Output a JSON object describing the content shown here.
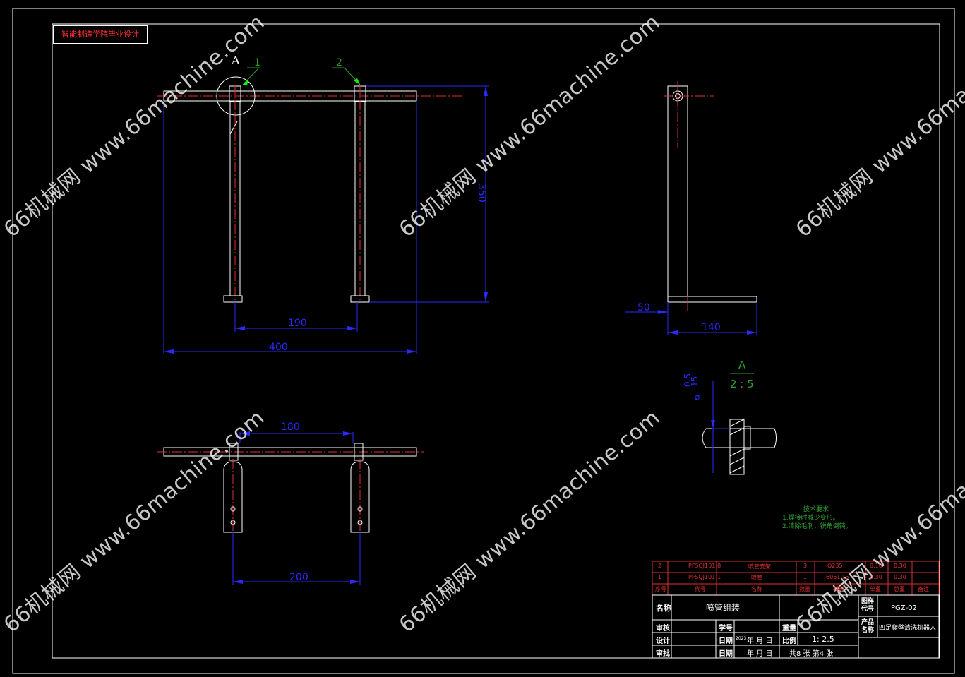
{
  "school_title": "智能制造学院毕业设计",
  "watermark": "66机械网 www.66machine.com",
  "views": {
    "section_letter": "A",
    "detail_label": "A",
    "detail_scale": "2 : 5",
    "balloons": [
      "1",
      "2"
    ]
  },
  "dimensions": {
    "front_height": "350",
    "front_inner_width": "190",
    "front_overall_width": "400",
    "side_offset": "50",
    "side_foot_length": "140",
    "top_spacing": "180",
    "bottom_spacing": "200",
    "detail_dim_a": "0.5",
    "detail_dim_b": "15"
  },
  "tech_requirements": {
    "title": "技术要求",
    "line1": "1.焊接时减少变形。",
    "line2": "2.清除毛刺，锐角倒钝。"
  },
  "bom": {
    "rows": [
      {
        "no": "2",
        "code": "PFSQJ101-8",
        "name": "喷管支架",
        "qty": "3",
        "material": "Q235",
        "w1": "0.10",
        "w2": "0.30"
      },
      {
        "no": "1",
        "code": "PFSQJ101-1",
        "name": "喷管",
        "qty": "1",
        "material": "6061-T6",
        "w1": "0.30",
        "w2": "0.30"
      }
    ],
    "header": {
      "no": "序号",
      "code": "代号",
      "name": "名称",
      "qty": "数量",
      "material": "材料",
      "w1": "单重",
      "w2": "总重",
      "note": "备注"
    }
  },
  "title_block": {
    "name_label": "名称",
    "name_value": "喷管组装",
    "drawing_no_label": "图样代号",
    "drawing_no_value": "PGZ-02",
    "product_label": "产品名称",
    "product_value": "四足爬壁清洗机器人",
    "check_label": "审核",
    "design_label": "设计",
    "approve_label": "审批",
    "student_no_label": "学号",
    "date_label": "日期",
    "date_label2": "日期",
    "date_value": "年 月 日",
    "date_value2": "年 月 日",
    "date_year": "2023",
    "weight_label": "重量",
    "scale_label": "比例",
    "scale_value": "1: 2.5",
    "sheets": "共8 张  第4 张"
  }
}
